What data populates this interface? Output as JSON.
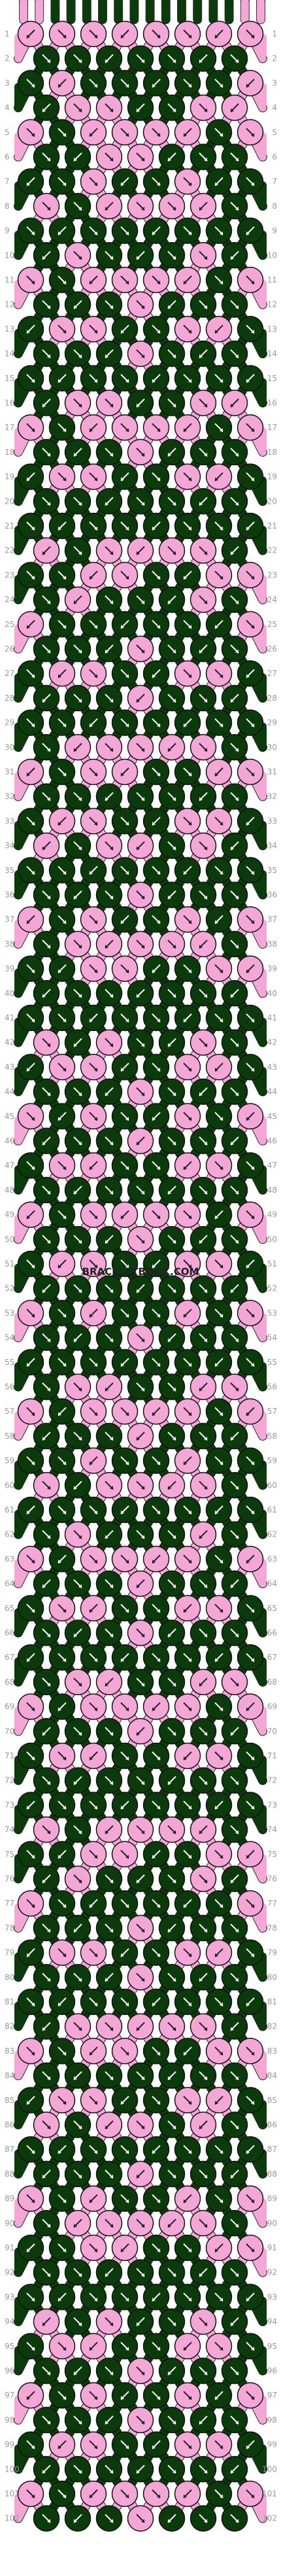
{
  "watermark": "BRACELETBOOK.COM",
  "colors": {
    "A": "#f4a7d6",
    "B": "#0b3b0b",
    "background": "#ffffff",
    "row_number": "#999999",
    "arrow_on_light": "#222222",
    "arrow_on_dark": "#ffffff"
  },
  "pattern": {
    "strings": 16,
    "rows": 102,
    "row_numbers": [
      1,
      2,
      3,
      4,
      5,
      6,
      7,
      8,
      9,
      10,
      11,
      12,
      13,
      14,
      15,
      16,
      17,
      18,
      19,
      20,
      21,
      22,
      23,
      24,
      25,
      26,
      27,
      28,
      29,
      30,
      31,
      32,
      33,
      34,
      35,
      36,
      37,
      38,
      39,
      40,
      41,
      42,
      43,
      44,
      45,
      46,
      47,
      48,
      49,
      50,
      51,
      52,
      53,
      54,
      55,
      56,
      57,
      58,
      59,
      60,
      61,
      62,
      63,
      64,
      65,
      66,
      67,
      68,
      69,
      70,
      71,
      72,
      73,
      74,
      75,
      76,
      77,
      78,
      79,
      80,
      81,
      82,
      83,
      84,
      85,
      86,
      87,
      88,
      89,
      90,
      91,
      92,
      93,
      94,
      95,
      96,
      97,
      98,
      99,
      100,
      101,
      102
    ],
    "string_colors": [
      "A",
      "A",
      "B",
      "B",
      "B",
      "B",
      "B",
      "B",
      "B",
      "B",
      "B",
      "B",
      "B",
      "B",
      "A",
      "A"
    ],
    "knot_rows": [
      "AAAAAAAA",
      "BBBBBBB",
      "BABBBBBA",
      "BAABBAA",
      "ABAAAABA",
      "BBAABBB",
      "BBABBABB",
      "ABAAAAB",
      "BBBBBBBB",
      "BABBBAB",
      "ABAAAABA",
      "BBBABBB",
      "BAABBAAB",
      "BBBABBB",
      "BBBBBBBB",
      "BAABBAA",
      "ABAAAABA",
      "BBBABBB",
      "BAABBAAB",
      "BBBBBBB",
      "BBBBBBBB",
      "ABAAAAB",
      "BBAABBAA",
      "BABBBAB",
      "ABBBBBBA",
      "BBBABBB",
      "BAABBAAB",
      "BBBABBB",
      "BBBBBBBB",
      "BAAAAAB",
      "ABAABBAA",
      "BBBBBBB",
      "BAABBAAB",
      "ABAABAB",
      "BBBBBBBB",
      "BBBABBB",
      "ABABBABA",
      "BAAAAAB",
      "BBAABBAA",
      "BBBBBBB",
      "BBBBBBBB",
      "ABABBAB",
      "BAABBAAB",
      "BBBABBB",
      "ABABBABA",
      "BBBABBB",
      "BAABBAAB",
      "BBBBBBB",
      "ABAAAABA",
      "BBBABBB",
      "BAABBAAB",
      "BBBBBBB",
      "ABABBABA",
      "BBBABBB",
      "BBBBBBBB",
      "BAABBAA",
      "ABAAAABA",
      "BBBABBB",
      "BBABBABB",
      "ABAAAAB",
      "BBBBBBBB",
      "BABBBAB",
      "ABAAAABA",
      "BBBABBB",
      "BAABBAAB",
      "BBBABBB",
      "BBBBBBBB",
      "BAABBAA",
      "ABAAAABA",
      "BBBABBB",
      "BAABBAAB",
      "BBBBBBB",
      "BBBBBBBB",
      "ABAAAAB",
      "BBAABBAA",
      "BABBBAB",
      "ABBBBBBA",
      "BBBABBB",
      "BAABBAAB",
      "BBBABBB",
      "BBBBBBBB",
      "BAAAAAB",
      "ABAABBAA",
      "BBBBBBB",
      "BAABBAAB",
      "ABAABAB",
      "BBBBBBBB",
      "BBBABBB",
      "ABABBABA",
      "BAAAAAB",
      "BBAABBAA",
      "BBBBBBB",
      "BBBBBBBB",
      "ABABBAB",
      "BAABBAAB",
      "BBBABBB",
      "ABABBABA",
      "BBBABBB",
      "BAABBAAB",
      "BBBBBBB",
      "ABAAAABA",
      "BBBABBB"
    ]
  }
}
